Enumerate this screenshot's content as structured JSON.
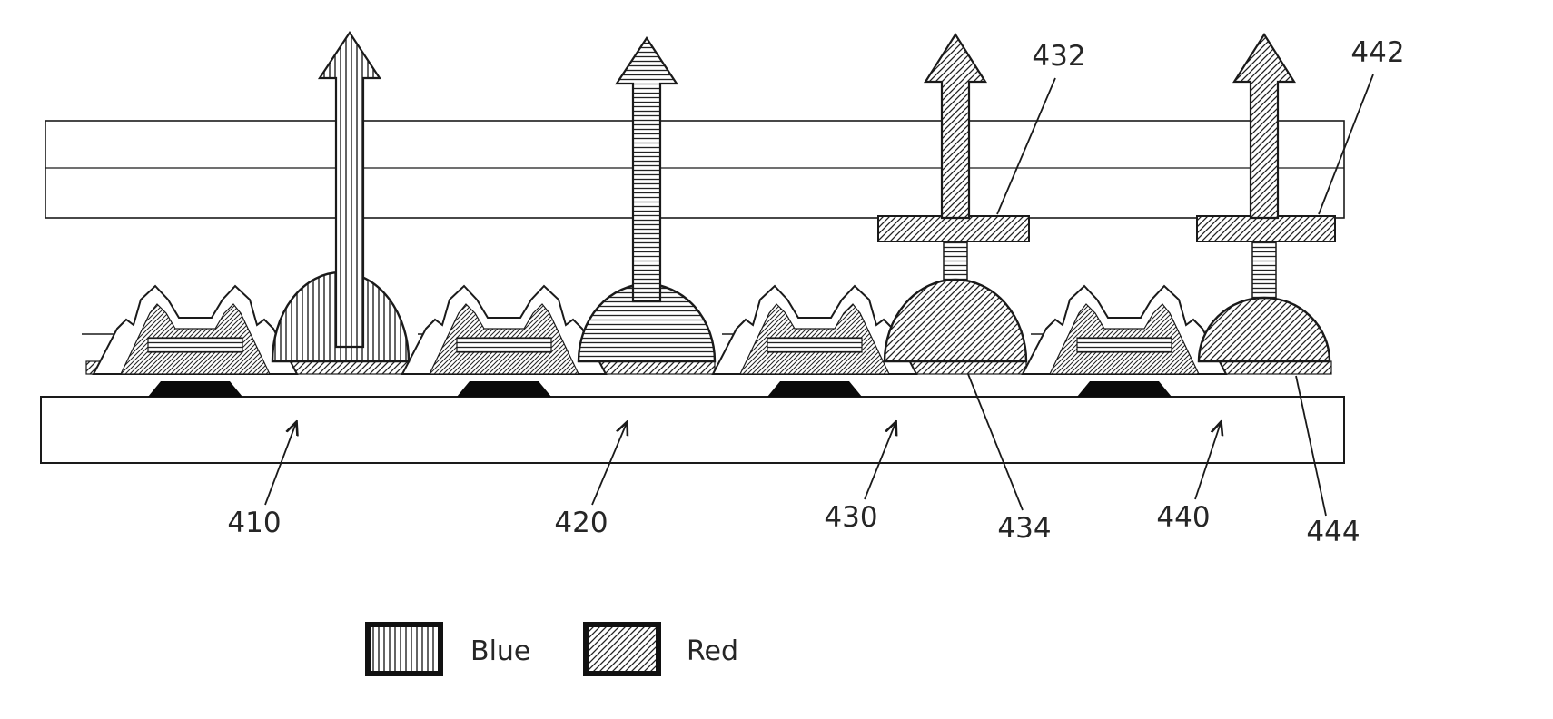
{
  "figure": {
    "kind": "patent-style cross-section diagram of a display device",
    "references": {
      "r410": "410",
      "r420": "420",
      "r430": "430",
      "r432": "432",
      "r434": "434",
      "r440": "440",
      "r442": "442",
      "r444": "444"
    },
    "legend": {
      "items": [
        {
          "label": "Blue",
          "swatch": "vertical-stripe-hatch"
        },
        {
          "label": "Red",
          "swatch": "diagonal-hatch"
        }
      ]
    },
    "colors": {
      "ink": "#1a1a1a",
      "paper": "#ffffff"
    }
  }
}
